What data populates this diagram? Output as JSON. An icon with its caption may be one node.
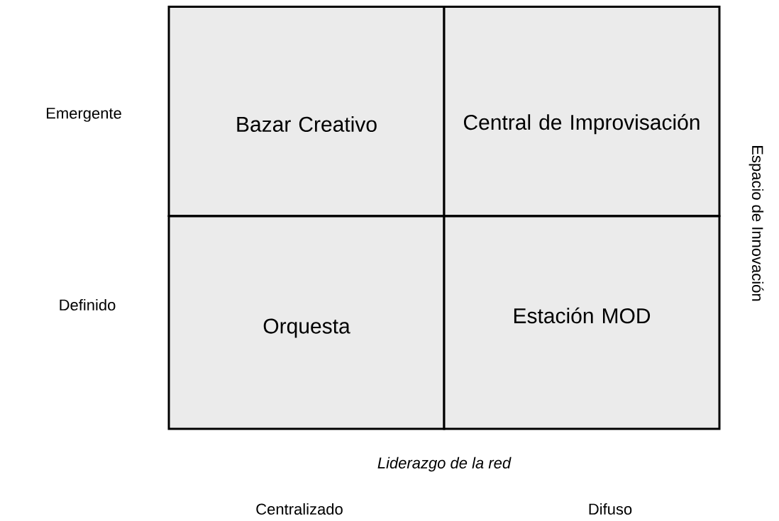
{
  "diagram": {
    "nodes": [
      {
        "text": [
          "Bazar Creativo"
        ]
      },
      {
        "text": [
          "Central de Improvisación"
        ]
      },
      {
        "text": [
          "Orquesta"
        ]
      },
      {
        "text": [
          "Estación MOD"
        ]
      }
    ],
    "labels": [
      "Emergente",
      "Espacio de Innovación",
      "Definido",
      "Liderazgo de la red",
      "Centralizado",
      "Difuso"
    ]
  }
}
